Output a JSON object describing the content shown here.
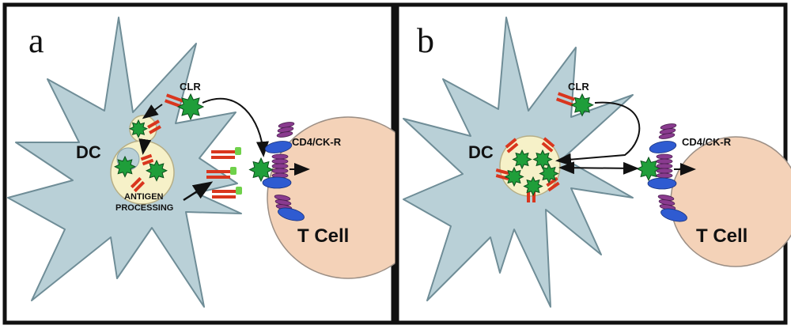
{
  "panels": [
    {
      "letter": "a",
      "labels": {
        "dc": "DC",
        "clr": "CLR",
        "cd4": "CD4/CK-R",
        "antigen": "ANTIGEN",
        "processing": "PROCESSING",
        "tcell": "T Cell"
      }
    },
    {
      "letter": "b",
      "labels": {
        "dc": "DC",
        "clr": "CLR",
        "cd4": "CD4/CK-R",
        "tcell": "T Cell"
      }
    }
  ],
  "colors": {
    "dendritic_cell": "#b9d0d7",
    "t_cell": "#f4d2b8",
    "vesicle": "#f6f1c8",
    "antigen": "#1f9e3a",
    "receptor_red": "#d9361e",
    "receptor_purple": "#8a3b8f",
    "mhc_blue": "#2f5bd1"
  }
}
